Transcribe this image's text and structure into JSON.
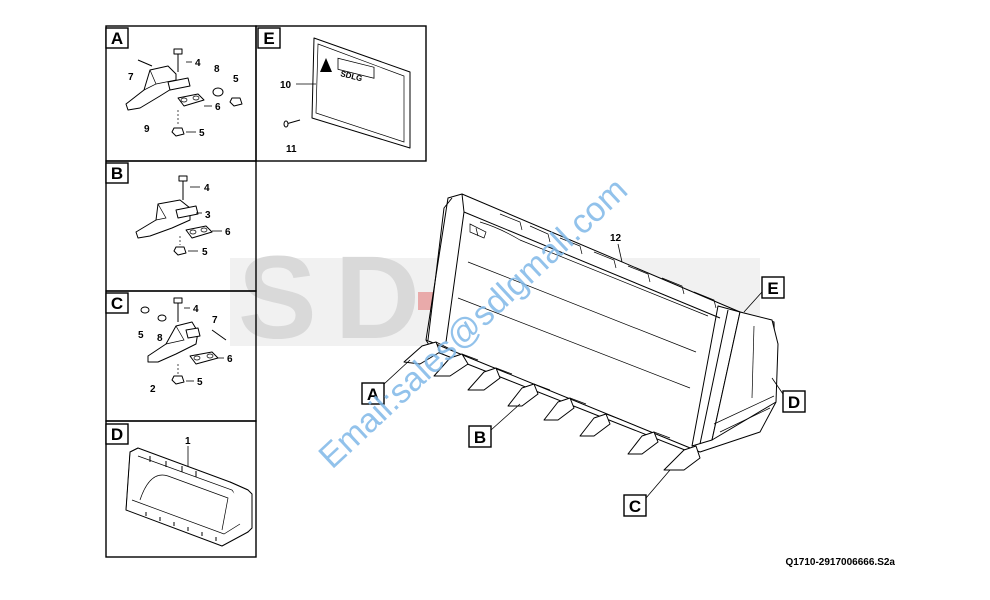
{
  "panels": {
    "A": {
      "letter": "A",
      "labels": [
        "7",
        "4",
        "8",
        "5",
        "6",
        "9",
        "5"
      ]
    },
    "B": {
      "letter": "B",
      "labels": [
        "4",
        "3",
        "6",
        "5"
      ]
    },
    "C": {
      "letter": "C",
      "labels": [
        "5",
        "4",
        "7",
        "8",
        "6",
        "2",
        "5"
      ]
    },
    "D": {
      "letter": "D",
      "labels": [
        "1"
      ]
    },
    "E": {
      "letter": "E",
      "labels": [
        "10",
        "11"
      ],
      "plate_text": "SDLG"
    }
  },
  "main": {
    "part_label": "12",
    "callouts": [
      "A",
      "B",
      "C",
      "D",
      "E"
    ]
  },
  "watermark": {
    "email": "Email:sales@sdlgmall.com",
    "brand": "SDLG"
  },
  "reference_code": "Q1710-2917006666.S2a"
}
